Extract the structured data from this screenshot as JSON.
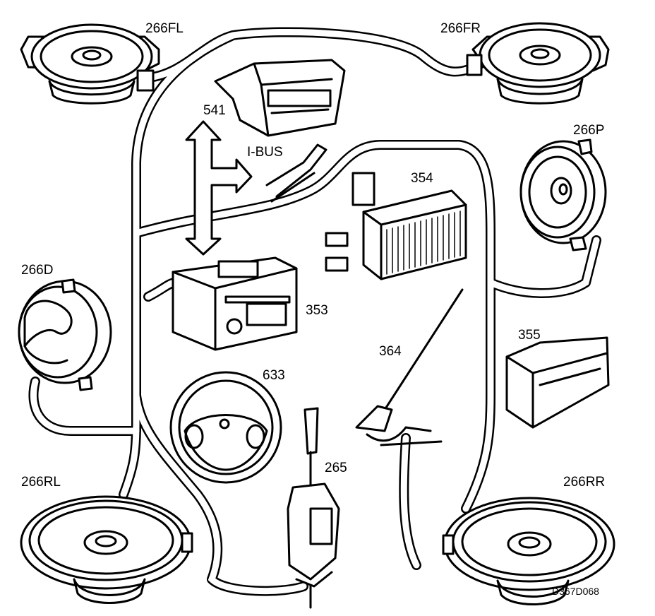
{
  "labels": {
    "front_left_speaker": "266FL",
    "front_right_speaker": "266FR",
    "dash_speaker": "266P",
    "door_speaker": "266D",
    "rear_left_speaker": "266RL",
    "rear_right_speaker": "266RR",
    "display_unit": "541",
    "ibus": "I-BUS",
    "amplifier": "354",
    "radio": "353",
    "cd_changer": "355",
    "antenna": "364",
    "steering_wheel": "633",
    "power_antenna": "265",
    "drawing_code": "D367D068"
  },
  "colors": {
    "ink": "#000000",
    "background": "#ffffff"
  }
}
